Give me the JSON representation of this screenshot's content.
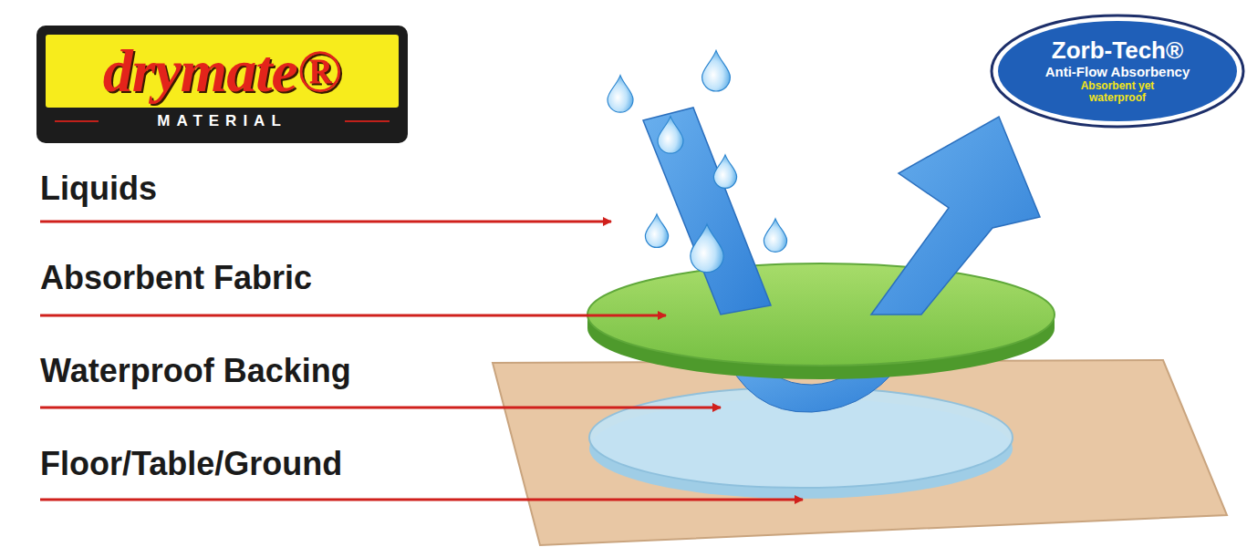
{
  "diagram": {
    "nodes": [
      {
        "text": [
          "drymate®",
          "MATERIAL"
        ]
      },
      {
        "text": [
          "Zorb-Tech®",
          "Anti-Flow Absorbency",
          "Absorbent yet waterproof"
        ]
      }
    ],
    "labels": [
      "Liquids",
      "Absorbent Fabric",
      "Waterproof Backing",
      "Floor/Table/Ground"
    ]
  }
}
